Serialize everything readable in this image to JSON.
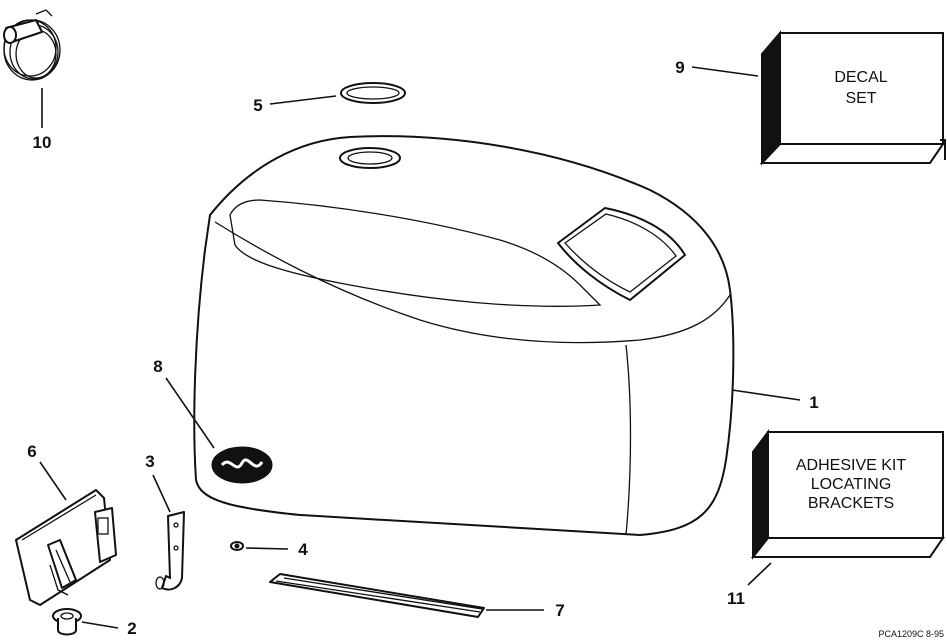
{
  "callouts": {
    "c1": "1",
    "c2": "2",
    "c3": "3",
    "c4": "4",
    "c5": "5",
    "c6": "6",
    "c7": "7",
    "c8": "8",
    "c9": "9",
    "c10": "10",
    "c11": "11"
  },
  "decal_box": {
    "line1": "DECAL",
    "line2": "SET"
  },
  "adhesive_box": {
    "line1": "ADHESIVE KIT",
    "line2": "LOCATING",
    "line3": "BRACKETS"
  },
  "footer_code": "PCA1209C   8-95"
}
